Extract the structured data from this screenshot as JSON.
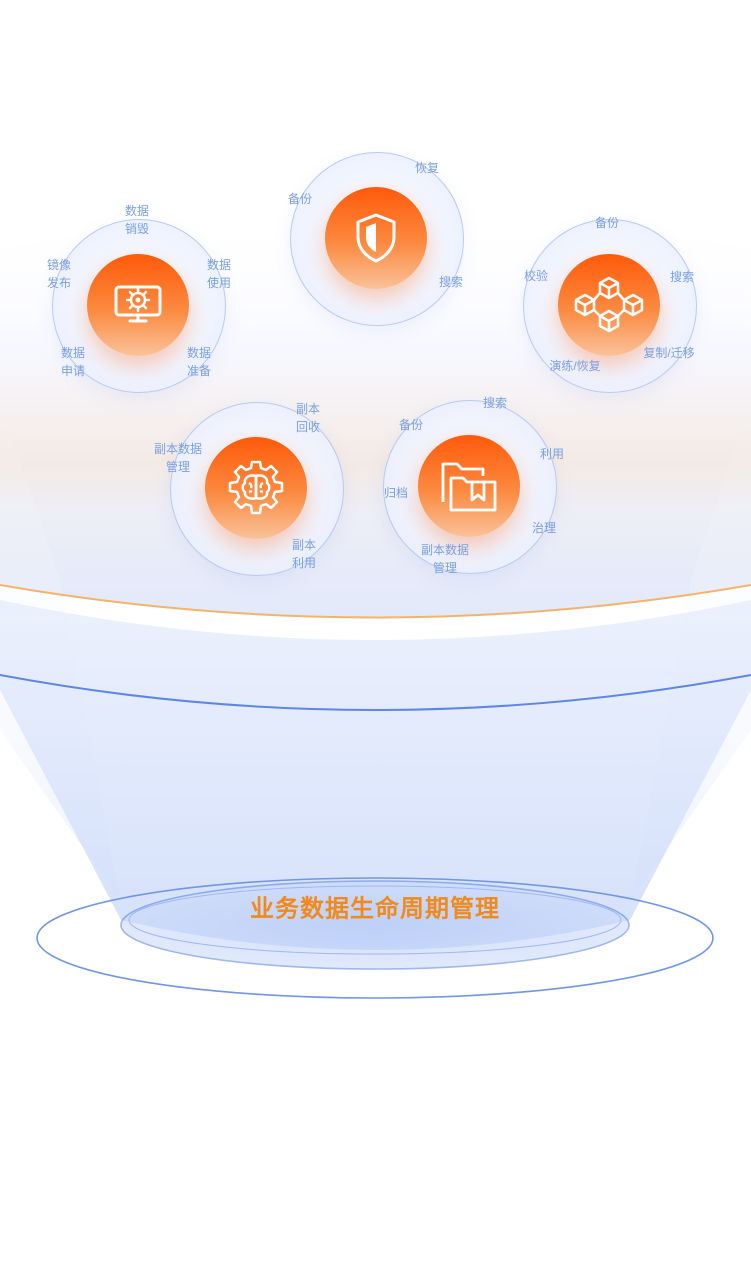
{
  "title": "业务数据生命周期管理",
  "modules": [
    {
      "id": "security",
      "icon": "shield-icon",
      "labels": [
        "备份",
        "恢复",
        "搜索"
      ]
    },
    {
      "id": "data-lifecycle",
      "icon": "monitor-gear-icon",
      "labels": [
        "数据\n销毁",
        "镜像\n发布",
        "数据\n使用",
        "数据\n申请",
        "数据\n准备"
      ]
    },
    {
      "id": "replication",
      "icon": "cubes-network-icon",
      "labels": [
        "备份",
        "校验",
        "搜索",
        "演练/恢复",
        "复制/迁移"
      ]
    },
    {
      "id": "copy-data",
      "icon": "brain-gear-icon",
      "labels": [
        "副本\n回收",
        "副本数据\n管理",
        "副本\n利用"
      ]
    },
    {
      "id": "archive",
      "icon": "folder-bookmark-icon",
      "labels": [
        "搜索",
        "备份",
        "利用",
        "归档",
        "治理",
        "副本数据\n管理"
      ]
    }
  ],
  "colors": {
    "accent": "#f08a1c",
    "label": "#7aa0de",
    "ring": "#6f96e8",
    "arc": "#f5b36a"
  }
}
